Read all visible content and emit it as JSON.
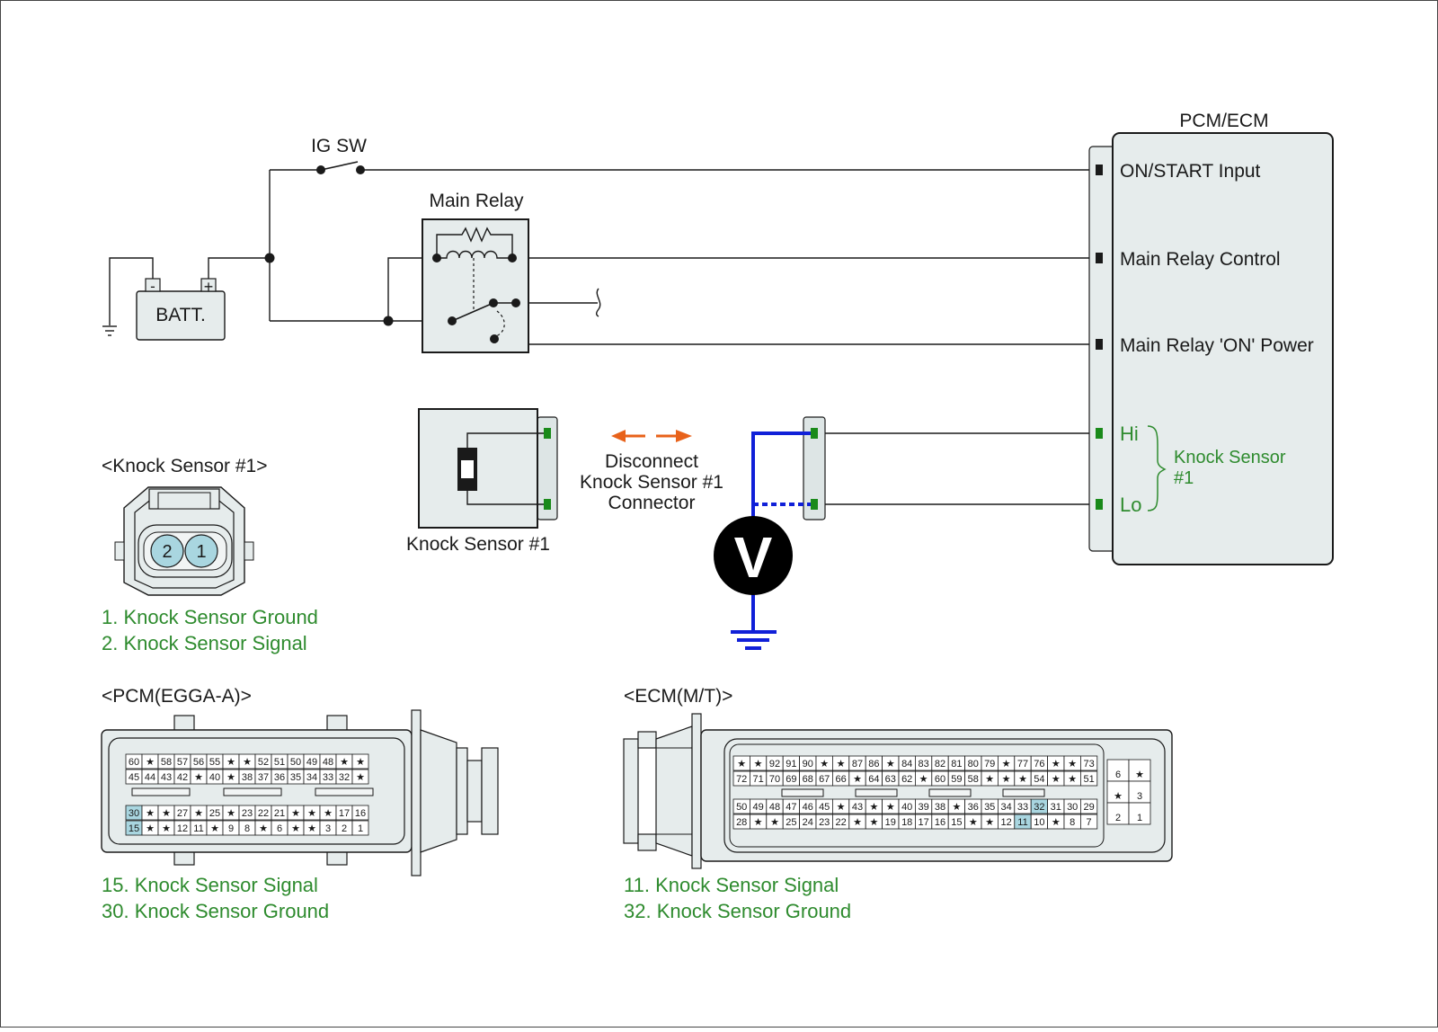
{
  "colors": {
    "wire": "#1a1a1a",
    "module_fill": "#e6ecec",
    "connector_fill": "#dde5e5",
    "terminal_green": "#1a8a1a",
    "label_green": "#2e8b2e",
    "meter_lead": "#1020d8",
    "arrow_orange": "#e8621a",
    "pin_highlight": "#a9d6e0"
  },
  "labels": {
    "ig_sw": "IG SW",
    "main_relay": "Main Relay",
    "batt": "BATT.",
    "batt_minus": "-",
    "batt_plus": "+",
    "pcm_ecm": "PCM/ECM",
    "on_start": "ON/START Input",
    "relay_control": "Main Relay Control",
    "relay_on_power": "Main Relay 'ON' Power",
    "hi": "Hi",
    "lo": "Lo",
    "knock_sensor_line1": "Knock Sensor",
    "knock_sensor_line2": "#1",
    "knock_sensor_component": "Knock Sensor #1",
    "disconnect_line1": "Disconnect",
    "disconnect_line2": "Knock Sensor #1",
    "disconnect_line3": "Connector",
    "voltmeter": "V"
  },
  "knock_connector": {
    "title": "<Knock Sensor #1>",
    "pin_left": "2",
    "pin_right": "1",
    "legend": [
      "1. Knock Sensor Ground",
      "2. Knock Sensor Signal"
    ]
  },
  "pcm_connector": {
    "title": "<PCM(EGGA-A)>",
    "rows": [
      [
        "60",
        "★",
        "58",
        "57",
        "56",
        "55",
        "★",
        "★",
        "52",
        "51",
        "50",
        "49",
        "48",
        "★",
        "★"
      ],
      [
        "45",
        "44",
        "43",
        "42",
        "★",
        "40",
        "★",
        "38",
        "37",
        "36",
        "35",
        "34",
        "33",
        "32",
        "★"
      ],
      [
        "30",
        "★",
        "★",
        "27",
        "★",
        "25",
        "★",
        "23",
        "22",
        "21",
        "★",
        "★",
        "★",
        "17",
        "16"
      ],
      [
        "15",
        "★",
        "★",
        "12",
        "11",
        "★",
        "9",
        "8",
        "★",
        "6",
        "★",
        "★",
        "3",
        "2",
        "1"
      ]
    ],
    "highlight": [
      "30",
      "15"
    ],
    "legend": [
      "15. Knock Sensor Signal",
      "30. Knock Sensor Ground"
    ]
  },
  "ecm_connector": {
    "title": "<ECM(M/T)>",
    "rows": [
      [
        "★",
        "★",
        "92",
        "91",
        "90",
        "★",
        "★",
        "87",
        "86",
        "★",
        "84",
        "83",
        "82",
        "81",
        "80",
        "79",
        "★",
        "77",
        "76",
        "★",
        "★",
        "73"
      ],
      [
        "72",
        "71",
        "70",
        "69",
        "68",
        "67",
        "66",
        "★",
        "64",
        "63",
        "62",
        "★",
        "60",
        "59",
        "58",
        "★",
        "★",
        "★",
        "54",
        "★",
        "★",
        "51"
      ],
      [
        "50",
        "49",
        "48",
        "47",
        "46",
        "45",
        "★",
        "43",
        "★",
        "★",
        "40",
        "39",
        "38",
        "★",
        "36",
        "35",
        "34",
        "33",
        "32",
        "31",
        "30",
        "29"
      ],
      [
        "28",
        "★",
        "★",
        "25",
        "24",
        "23",
        "22",
        "★",
        "★",
        "19",
        "18",
        "17",
        "16",
        "15",
        "★",
        "★",
        "12",
        "11",
        "10",
        "★",
        "8",
        "7"
      ]
    ],
    "side_pins": [
      [
        "6",
        "★"
      ],
      [
        "★",
        "3"
      ],
      [
        "2",
        "1"
      ]
    ],
    "highlight": [
      "32",
      "11"
    ],
    "legend": [
      "11. Knock Sensor Signal",
      "32. Knock Sensor Ground"
    ]
  }
}
